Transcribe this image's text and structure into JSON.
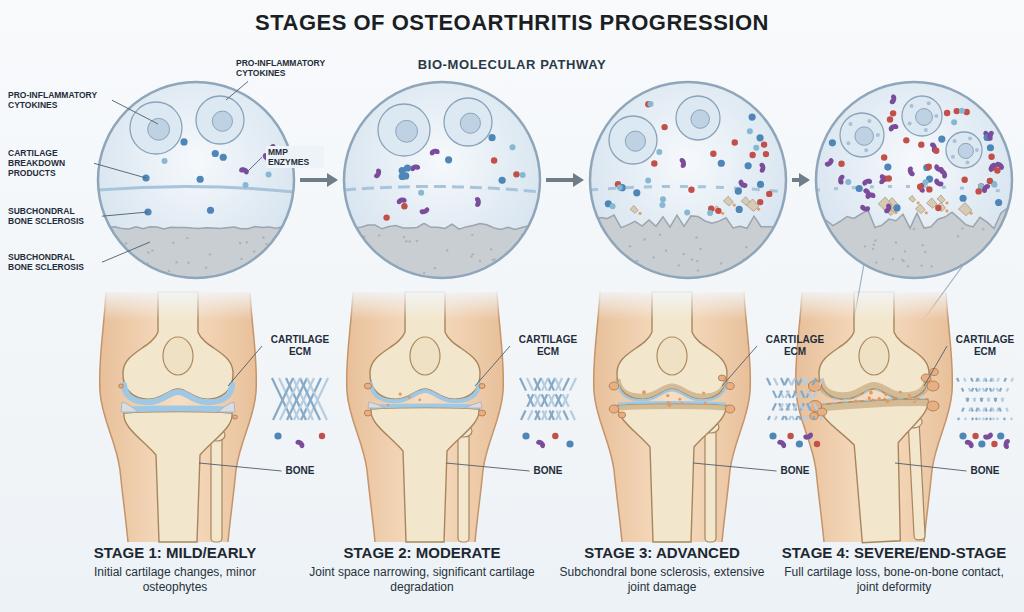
{
  "diagram": {
    "title": "STAGES OF OSTEOARTHRITIS PROGRESSION",
    "labels": [
      "BIO-MOLECULAR PATHWAY",
      "PRO-INFLAMMATORY CYTOKINES",
      "PRO-INFLAMMATORY CYTOKINES",
      "CARTILAGE BREAKDOWN PRODUCTS",
      "MMP ENZYMES",
      "SUBCHONDRAL BONE SCLEROSIS",
      "SUBCHONDRAL BONE SCLEROSIS",
      "CARTILAGE ECM",
      "CARTILAGE ECM",
      "CARTILAGE ECM",
      "CARTILAGE ECM",
      "BONE",
      "BONE",
      "BONE",
      "BONE",
      "STAGE 1: MILD/EARLY",
      "Initial cartilage changes, minor osteophytes",
      "STAGE 2: MODERATE",
      "Joint space narrowing, significant cartilage degradation",
      "STAGE 3: ADVANCED",
      "Subchondral bone sclerosis, extensive joint damage",
      "STAGE 4: SEVERE/END-STAGE",
      "Full cartilage loss, bone-on-bone contact, joint deformity"
    ]
  }
}
